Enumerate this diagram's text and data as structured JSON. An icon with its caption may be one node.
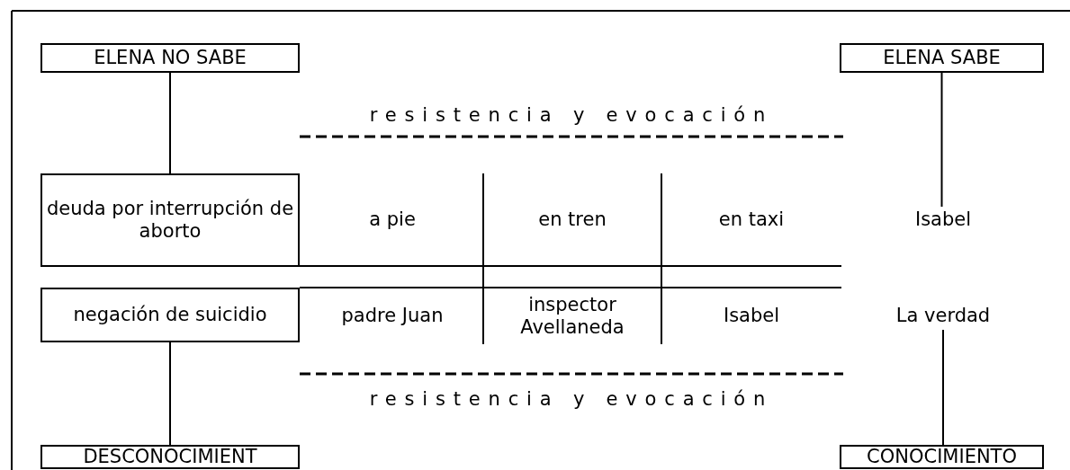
{
  "diagram": {
    "nodes": [
      {
        "text": [
          "ELENA NO SABE"
        ]
      },
      {
        "text": [
          "ELENA SABE"
        ]
      },
      {
        "text": [
          "deuda por interrupción de aborto"
        ]
      },
      {
        "text": [
          "Isabel"
        ]
      },
      {
        "text": [
          "negación de suicidio"
        ]
      },
      {
        "text": [
          "La verdad"
        ]
      },
      {
        "text": [
          "DESCONOCIMIENT"
        ]
      },
      {
        "text": [
          "CONOCIMIENTO"
        ]
      }
    ],
    "edges": [
      {
        "from": 0,
        "to": 2,
        "arrow": "none"
      },
      {
        "from": 1,
        "to": 3,
        "arrow": "none"
      },
      {
        "from": 4,
        "to": 6,
        "arrow": "none"
      },
      {
        "from": 5,
        "to": 7,
        "arrow": "none"
      }
    ],
    "labels": [
      "resistencia y evocación",
      "a pie",
      "en tren",
      "en taxi",
      "padre Juan",
      "inspector Avellaneda",
      "Isabel",
      "resistencia y evocación"
    ]
  }
}
